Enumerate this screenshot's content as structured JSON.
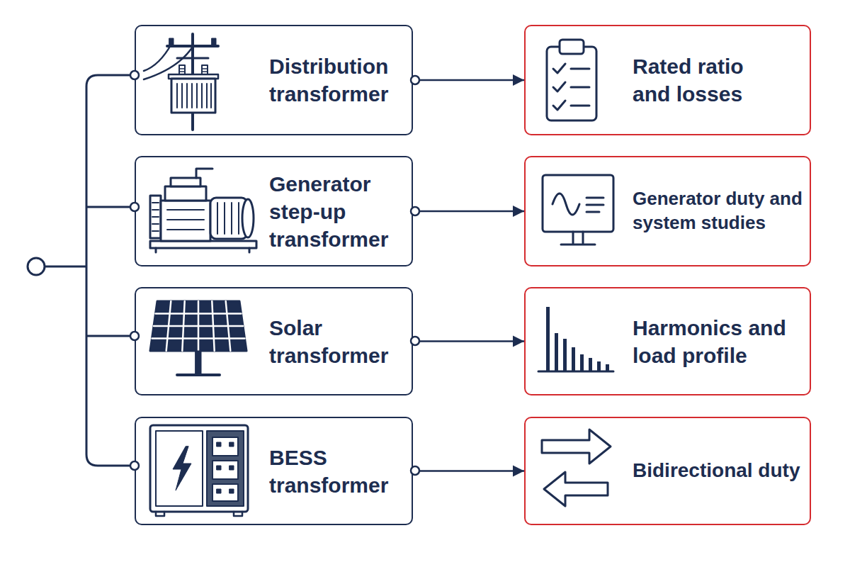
{
  "diagram": {
    "nodes": [
      {
        "text": [
          "Distribution transformer"
        ]
      },
      {
        "text": [
          "Rated ratio and losses"
        ]
      },
      {
        "text": [
          "Generator step-up transformer"
        ]
      },
      {
        "text": [
          "Generator duty and system studies"
        ]
      },
      {
        "text": [
          "Solar transformer"
        ]
      },
      {
        "text": [
          "Harmonics and load profile"
        ]
      },
      {
        "text": [
          "BESS transformer"
        ]
      },
      {
        "text": [
          "Bidirectional duty"
        ]
      }
    ],
    "edges": [
      {
        "from": 0,
        "to": 1,
        "arrow": "to"
      },
      {
        "from": 2,
        "to": 3,
        "arrow": "to"
      },
      {
        "from": 4,
        "to": 5,
        "arrow": "to"
      },
      {
        "from": 6,
        "to": 7,
        "arrow": "to"
      }
    ]
  }
}
